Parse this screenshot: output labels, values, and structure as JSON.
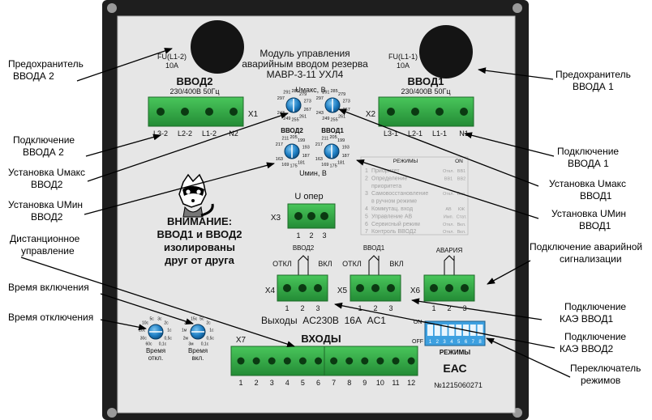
{
  "panel": {
    "title_lines": [
      "Модуль управления",
      "аварийным вводом резерва",
      "МАВР-3-11 УХЛ4"
    ],
    "fuse_left": {
      "top": "FU(L1-2)",
      "bottom": "10A"
    },
    "fuse_right": {
      "top": "FU(L1-1)",
      "bottom": "10A"
    },
    "input2": {
      "title": "ВВОД2",
      "rating": "230/400В 50Гц",
      "pins": [
        "L3-2",
        "L2-2",
        "L1-2",
        "N2"
      ],
      "connector": "X1"
    },
    "input1": {
      "title": "ВВОД1",
      "rating": "230/400В 50Гц",
      "pins": [
        "L3-1",
        "L2-1",
        "L1-1",
        "N1"
      ],
      "connector": "X2"
    },
    "umax_label": "Uмакс, В",
    "umin_label": "Uмин, В",
    "knob_vvod2": "ВВОД2",
    "knob_vvod1": "ВВОД1",
    "umax_scale_a": [
      "297",
      "291",
      "285",
      "279",
      "273",
      "267",
      "261",
      "255",
      "249",
      "243"
    ],
    "umax_scale_b": [
      "297",
      "291",
      "285",
      "279",
      "273",
      "267",
      "261",
      "255",
      "249",
      "243"
    ],
    "umin_scale_a": [
      "217",
      "211",
      "205",
      "199",
      "193",
      "187",
      "181",
      "175",
      "169",
      "163"
    ],
    "umin_scale_b": [
      "217",
      "211",
      "205",
      "199",
      "193",
      "187",
      "181",
      "175",
      "169",
      "163"
    ],
    "x3": {
      "label": "X3",
      "title": "U опер",
      "pins": [
        "1",
        "2",
        "3"
      ]
    },
    "warning_lines": [
      "ВНИМАНИЕ:",
      "ВВОД1 и ВВОД2",
      "изолированы",
      "друг от друга"
    ],
    "modes_table": {
      "header": [
        "РЕЖИМЫ",
        "ON"
      ],
      "rows": [
        {
          "n": "1",
          "text": "Приоритет",
          "code": "Откл.",
          "code2": "ВВ1"
        },
        {
          "n": "2",
          "text": "Определение",
          "code": "ВВ1",
          "code2": "ВВ2"
        },
        {
          "n": "",
          "text": "приоритета",
          "code": "",
          "code2": ""
        },
        {
          "n": "3",
          "text": "Самовосстановление",
          "code": "Откл.",
          "code2": "Вкл."
        },
        {
          "n": "",
          "text": "в ручном режиме",
          "code": "",
          "code2": ""
        },
        {
          "n": "4",
          "text": "Коммутац. вход",
          "code": "АВ",
          "code2": "КЖ"
        },
        {
          "n": "5",
          "text": "Управление АВ",
          "code": "Имп.",
          "code2": "Стат."
        },
        {
          "n": "6",
          "text": "Сервисный режим",
          "code": "Откл.",
          "code2": "Вкл."
        },
        {
          "n": "7",
          "text": "Контроль ВВОД2",
          "code": "Откл.",
          "code2": "Вкл."
        }
      ]
    },
    "x4": {
      "label": "X4",
      "title": "ВВОД2",
      "off": "ОТКЛ",
      "on": "ВКЛ",
      "pins": [
        "1",
        "2",
        "3"
      ]
    },
    "x5": {
      "label": "X5",
      "title": "ВВОД1",
      "off": "ОТКЛ",
      "on": "ВКЛ",
      "pins": [
        "1",
        "2",
        "3"
      ]
    },
    "x6": {
      "label": "X6",
      "title": "АВАРИЯ",
      "pins": [
        "1",
        "2",
        "3"
      ]
    },
    "outputs_text": "Выходы  AC230В  16А  AC1",
    "timer_off": {
      "label1": "Время",
      "label2": "откл.",
      "scale": [
        "60c",
        "30c",
        "20c",
        "10c",
        "5c",
        "3c",
        "2c",
        "1c",
        "0,5c",
        "0,1c"
      ]
    },
    "timer_on": {
      "label1": "Время",
      "label2": "вкл.",
      "scale": [
        "3м",
        "2м",
        "1м",
        "30c",
        "15c",
        "5c",
        "2c",
        "1c",
        "0,5c",
        "0,1c"
      ]
    },
    "x7": {
      "label": "X7",
      "title": "ВХОДЫ",
      "pins": [
        "1",
        "2",
        "3",
        "4",
        "5",
        "6",
        "7",
        "8",
        "9",
        "10",
        "11",
        "12"
      ]
    },
    "dip": {
      "on": "ON",
      "off": "OFF",
      "numbers": [
        "1",
        "2",
        "3",
        "4",
        "5",
        "6",
        "7",
        "8"
      ],
      "label": "РЕЖИМЫ"
    },
    "eac": "ЕАС",
    "serial": "№1215060271"
  },
  "callouts": {
    "fuse2": [
      "Предохранитель",
      "ВВОДА 2"
    ],
    "fuse1": [
      "Предохранитель",
      "ВВОДА 1"
    ],
    "conn2": [
      "Подключение",
      "ВВОДА 2"
    ],
    "conn1": [
      "Подключение",
      "ВВОДА 1"
    ],
    "umax2": [
      "Установка Uмакс",
      "ВВОД2"
    ],
    "umax1": [
      "Установка Uмакс",
      "ВВОД1"
    ],
    "umin2": [
      "Установка UМин",
      "ВВОД2"
    ],
    "umin1": [
      "Установка UМин",
      "ВВОД1"
    ],
    "remote": [
      "Дистанционное",
      "управление"
    ],
    "alarm": [
      "Подключение аварийной",
      "сигнализации"
    ],
    "time_on": "Время включения",
    "time_off": "Время отключения",
    "kae1": [
      "Подключение",
      "КАЭ ВВОД1"
    ],
    "kae2": [
      "Подключение",
      "КАЭ ВВОД2"
    ],
    "modes": [
      "Переключатель",
      "режимов"
    ]
  },
  "colors": {
    "device_body": "#1e1e1e",
    "faceplate": "#e6e6e6",
    "terminal": "#37b34a",
    "knob": "#1f7fc4",
    "dip": "#3da0e0"
  }
}
